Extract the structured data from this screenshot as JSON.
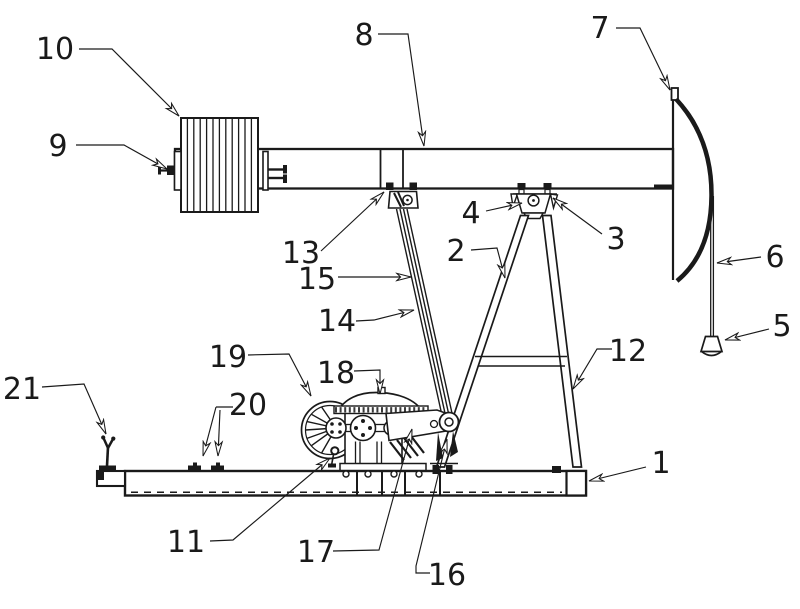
{
  "palette": {
    "background": "#ffffff",
    "ink": "#1a1a1a"
  },
  "callouts": [
    {
      "text": "1"
    },
    {
      "text": "2"
    },
    {
      "text": "3"
    },
    {
      "text": "4"
    },
    {
      "text": "5"
    },
    {
      "text": "6"
    },
    {
      "text": "7"
    },
    {
      "text": "8"
    },
    {
      "text": "9"
    },
    {
      "text": "10"
    },
    {
      "text": "11"
    },
    {
      "text": "12"
    },
    {
      "text": "13"
    },
    {
      "text": "14"
    },
    {
      "text": "15"
    },
    {
      "text": "16"
    },
    {
      "text": "17"
    },
    {
      "text": "18"
    },
    {
      "text": "19"
    },
    {
      "text": "20"
    },
    {
      "text": "21"
    }
  ]
}
